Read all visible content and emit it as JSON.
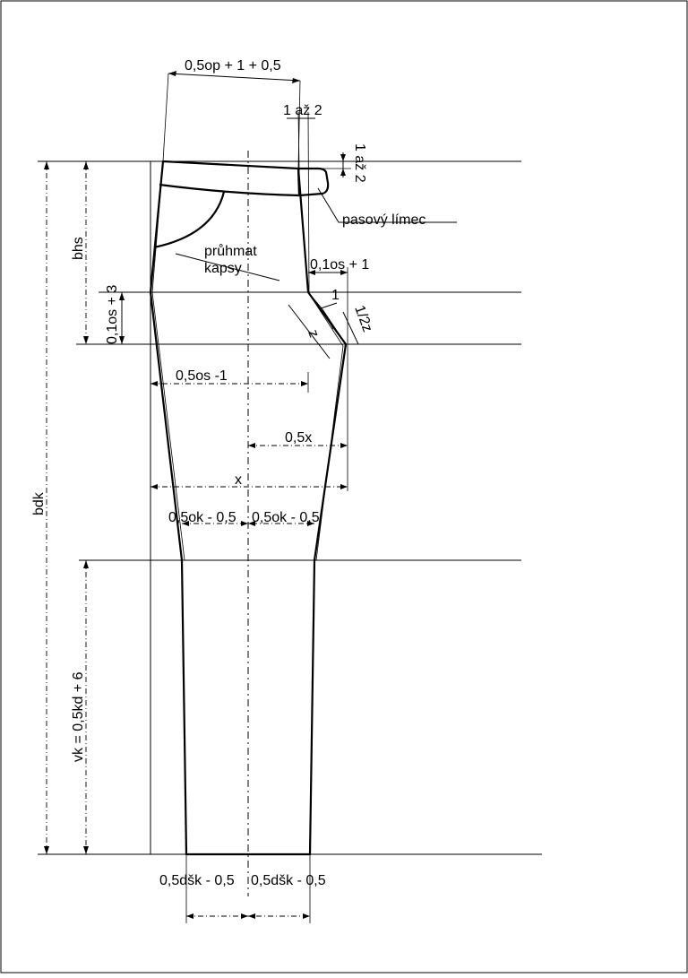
{
  "labels": {
    "top_width": "0,5op + 1 + 0,5",
    "overlap": "1 až 2",
    "band_height": "1 až 2",
    "waistband": "pasový límec",
    "pocket_line1": "průhmat",
    "pocket_line2": "kapsy",
    "bhs": "bhs",
    "front_ext": "0,1os + 1",
    "one": "1",
    "half_z": "1/2z",
    "z": "z",
    "hip_depth": "0,1os + 3",
    "half_seat": "0,5os -1",
    "half_x": "0,5x",
    "x": "x",
    "knee_left": "0,5ok - 0,5",
    "knee_right": "0,5ok - 0,5",
    "bdk": "bdk",
    "knee_height": "vk = 0,5kd + 6",
    "hem_left": "0,5dšk - 0,5",
    "hem_right": "0,5dšk - 0,5"
  }
}
